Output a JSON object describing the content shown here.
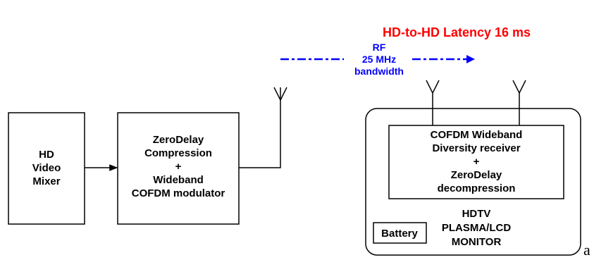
{
  "title": "HD-to-HD Latency 16 ms",
  "rf_label": [
    "RF",
    "25 MHz",
    "bandwidth"
  ],
  "mixer": {
    "lines": [
      "HD",
      "Video",
      "Mixer"
    ]
  },
  "encoder": {
    "lines": [
      "ZeroDelay",
      "Compression",
      "+",
      "Wideband",
      "COFDM modulator"
    ]
  },
  "receiver": {
    "lines": [
      "COFDM Wideband",
      "Diversity receiver",
      "+",
      "ZeroDelay",
      "decompression"
    ]
  },
  "monitor": {
    "lines": [
      "HDTV",
      "PLASMA/LCD",
      "MONITOR"
    ]
  },
  "battery": "Battery",
  "corner_mark": "a",
  "colors": {
    "title": "#ff0000",
    "rf": "#0000ff",
    "lines": "#000000"
  }
}
